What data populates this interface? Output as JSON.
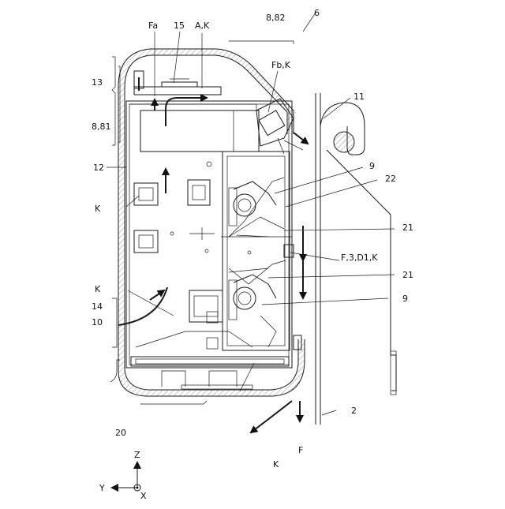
{
  "labels": {
    "fa": "Fa",
    "n15": "15",
    "ak": "A,K",
    "n8_82": "8,82",
    "n6": "6",
    "fbk": "Fb,K",
    "n11": "11",
    "n13": "13",
    "n8_81": "8,81",
    "n12": "12",
    "n9_top": "9",
    "n22": "22",
    "k_upper": "K",
    "n21_top": "21",
    "f3d1k": "F,3,D1,K",
    "n21_bottom": "21",
    "k_mid": "K",
    "n9_bottom": "9",
    "n14": "14",
    "n10": "10",
    "n2": "2",
    "n20": "20",
    "k_bottom": "K",
    "f_bottom": "F"
  },
  "axes": {
    "z": "Z",
    "y": "Y",
    "x": "X"
  }
}
